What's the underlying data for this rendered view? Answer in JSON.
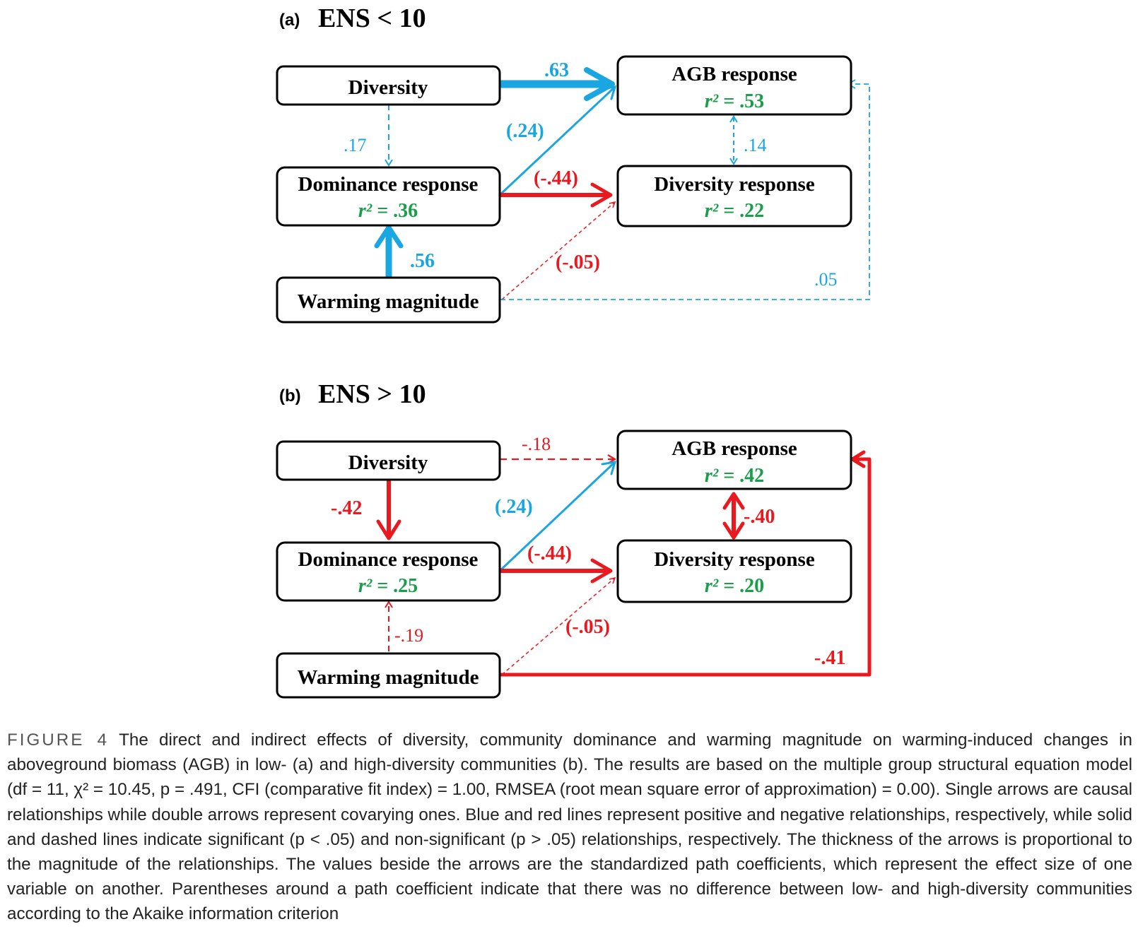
{
  "panels": [
    {
      "label": "(a)",
      "title": "ENS < 10",
      "boxes": {
        "diversity": {
          "label": "Diversity",
          "r2": ""
        },
        "agb": {
          "label": "AGB response",
          "r2": ".53"
        },
        "dominance": {
          "label": "Dominance response",
          "r2": ".36"
        },
        "diversity_response": {
          "label": "Diversity response",
          "r2": ".22"
        },
        "warming": {
          "label": "Warming magnitude",
          "r2": ""
        }
      },
      "paths": [
        {
          "from": "Diversity",
          "to": "AGB response",
          "coef": ".63",
          "sign": "positive",
          "significant": true,
          "type": "causal"
        },
        {
          "from": "Diversity",
          "to": "Dominance response",
          "coef": ".17",
          "sign": "positive",
          "significant": false,
          "type": "causal"
        },
        {
          "from": "Dominance response",
          "to": "AGB response",
          "coef": "(.24)",
          "sign": "positive",
          "significant": true,
          "type": "causal"
        },
        {
          "from": "Dominance response",
          "to": "Diversity response",
          "coef": "(-.44)",
          "sign": "negative",
          "significant": true,
          "type": "causal"
        },
        {
          "from": "AGB response",
          "to": "Diversity response",
          "coef": ".14",
          "sign": "positive",
          "significant": false,
          "type": "covarying"
        },
        {
          "from": "Warming magnitude",
          "to": "Dominance response",
          "coef": ".56",
          "sign": "positive",
          "significant": true,
          "type": "causal"
        },
        {
          "from": "Warming magnitude",
          "to": "Diversity response",
          "coef": "(-.05)",
          "sign": "negative",
          "significant": false,
          "type": "causal"
        },
        {
          "from": "Warming magnitude",
          "to": "AGB response",
          "coef": ".05",
          "sign": "positive",
          "significant": false,
          "type": "causal"
        }
      ]
    },
    {
      "label": "(b)",
      "title": "ENS > 10",
      "boxes": {
        "diversity": {
          "label": "Diversity",
          "r2": ""
        },
        "agb": {
          "label": "AGB response",
          "r2": ".42"
        },
        "dominance": {
          "label": "Dominance response",
          "r2": ".25"
        },
        "diversity_response": {
          "label": "Diversity response",
          "r2": ".20"
        },
        "warming": {
          "label": "Warming magnitude",
          "r2": ""
        }
      },
      "paths": [
        {
          "from": "Diversity",
          "to": "AGB response",
          "coef": "-.18",
          "sign": "negative",
          "significant": false,
          "type": "causal"
        },
        {
          "from": "Diversity",
          "to": "Dominance response",
          "coef": "-.42",
          "sign": "negative",
          "significant": true,
          "type": "causal"
        },
        {
          "from": "Dominance response",
          "to": "AGB response",
          "coef": "(.24)",
          "sign": "positive",
          "significant": true,
          "type": "causal"
        },
        {
          "from": "Dominance response",
          "to": "Diversity response",
          "coef": "(-.44)",
          "sign": "negative",
          "significant": true,
          "type": "causal"
        },
        {
          "from": "AGB response",
          "to": "Diversity response",
          "coef": "-.40",
          "sign": "negative",
          "significant": true,
          "type": "covarying"
        },
        {
          "from": "Warming magnitude",
          "to": "Dominance response",
          "coef": "-.19",
          "sign": "negative",
          "significant": false,
          "type": "causal"
        },
        {
          "from": "Warming magnitude",
          "to": "Diversity response",
          "coef": "(-.05)",
          "sign": "negative",
          "significant": false,
          "type": "causal"
        },
        {
          "from": "Warming magnitude",
          "to": "AGB response",
          "coef": "-.41",
          "sign": "negative",
          "significant": true,
          "type": "causal"
        }
      ]
    }
  ],
  "r2_prefix": "r² = ",
  "colors": {
    "positive": "#1aa6e0",
    "negative": "#e8191f",
    "r2": "#1a9e4a",
    "box_border": "#000000"
  },
  "caption": {
    "lead": "FIGURE 4",
    "text": "The direct and indirect effects of diversity, community dominance and warming magnitude on warming-induced changes in aboveground biomass (AGB) in low- (a) and high-diversity communities (b). The results are based on the multiple group structural equation model (df = 11, χ² = 10.45, p = .491, CFI (comparative fit index) = 1.00, RMSEA (root mean square error of approximation) = 0.00). Single arrows are causal relationships while double arrows represent covarying ones. Blue and red lines represent positive and negative relationships, respectively, while solid and dashed lines indicate significant (p < .05) and non-significant (p > .05) relationships, respectively. The thickness of the arrows is proportional to the magnitude of the relationships. The values beside the arrows are the standardized path coefficients, which represent the effect size of one variable on another. Parentheses around a path coefficient indicate that there was no difference between low- and high-diversity communities according to the Akaike information criterion"
  }
}
